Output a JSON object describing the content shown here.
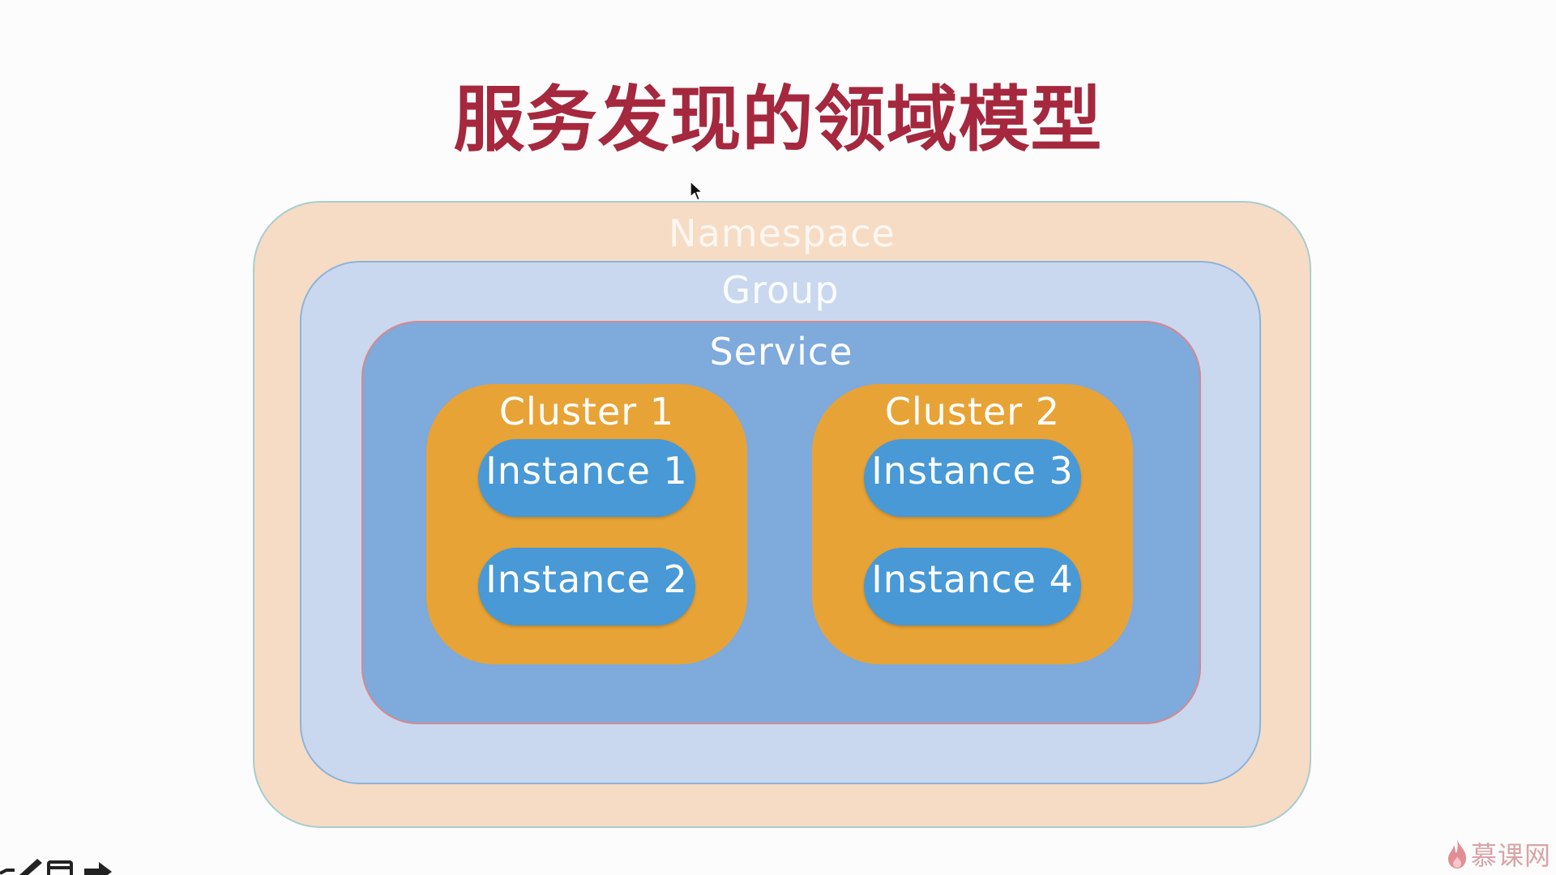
{
  "title": "服务发现的领域模型",
  "diagram": {
    "namespace": {
      "label": "Namespace"
    },
    "group": {
      "label": "Group"
    },
    "service": {
      "label": "Service"
    },
    "clusters": [
      {
        "label": "Cluster 1",
        "instances": [
          "Instance 1",
          "Instance 2"
        ]
      },
      {
        "label": "Cluster 2",
        "instances": [
          "Instance 3",
          "Instance 4"
        ]
      }
    ]
  },
  "watermark": {
    "text": "慕课网",
    "icon": "flame-icon"
  },
  "colors": {
    "title": "#a5283e",
    "namespace": "#f6dcc5",
    "group": "#c9d8ef",
    "service": "#7eaadc",
    "cluster": "#e8a336",
    "instance": "#4899d6"
  },
  "toolbar": {
    "icons": [
      "pen-icon",
      "window-icon",
      "arrow-right-icon"
    ]
  }
}
